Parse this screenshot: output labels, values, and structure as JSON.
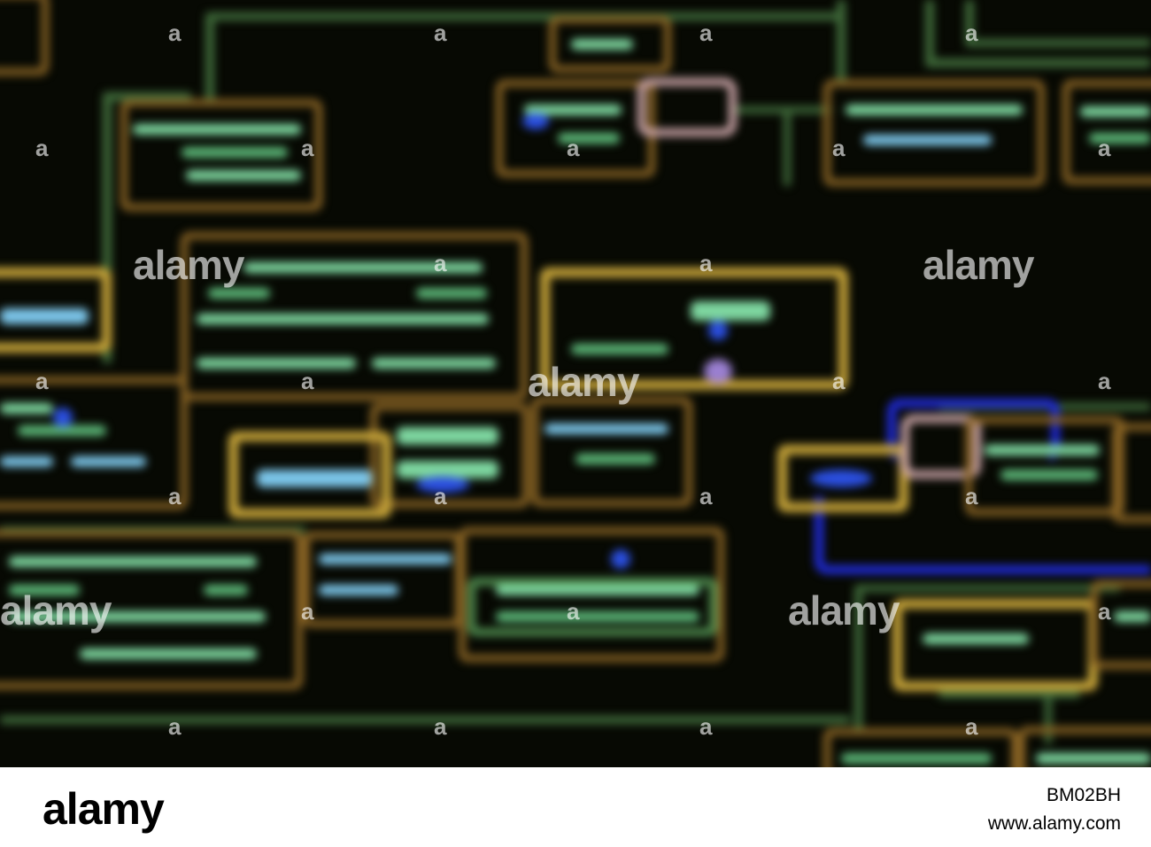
{
  "watermark": {
    "text": "alamy",
    "pin": "a"
  },
  "footer": {
    "logo": "alamy",
    "image_id": "BM02BH",
    "url": "www.alamy.com"
  },
  "colors": {
    "background": "#070903",
    "box_orange": "#8a6424",
    "box_gold": "#c9a63a",
    "box_pink": "#c9a3a6",
    "box_blue": "#1f2ad6",
    "line_green": "#3f6a3a",
    "text_green": "#7ed7a0",
    "text_lightblue": "#7cc6ea"
  }
}
